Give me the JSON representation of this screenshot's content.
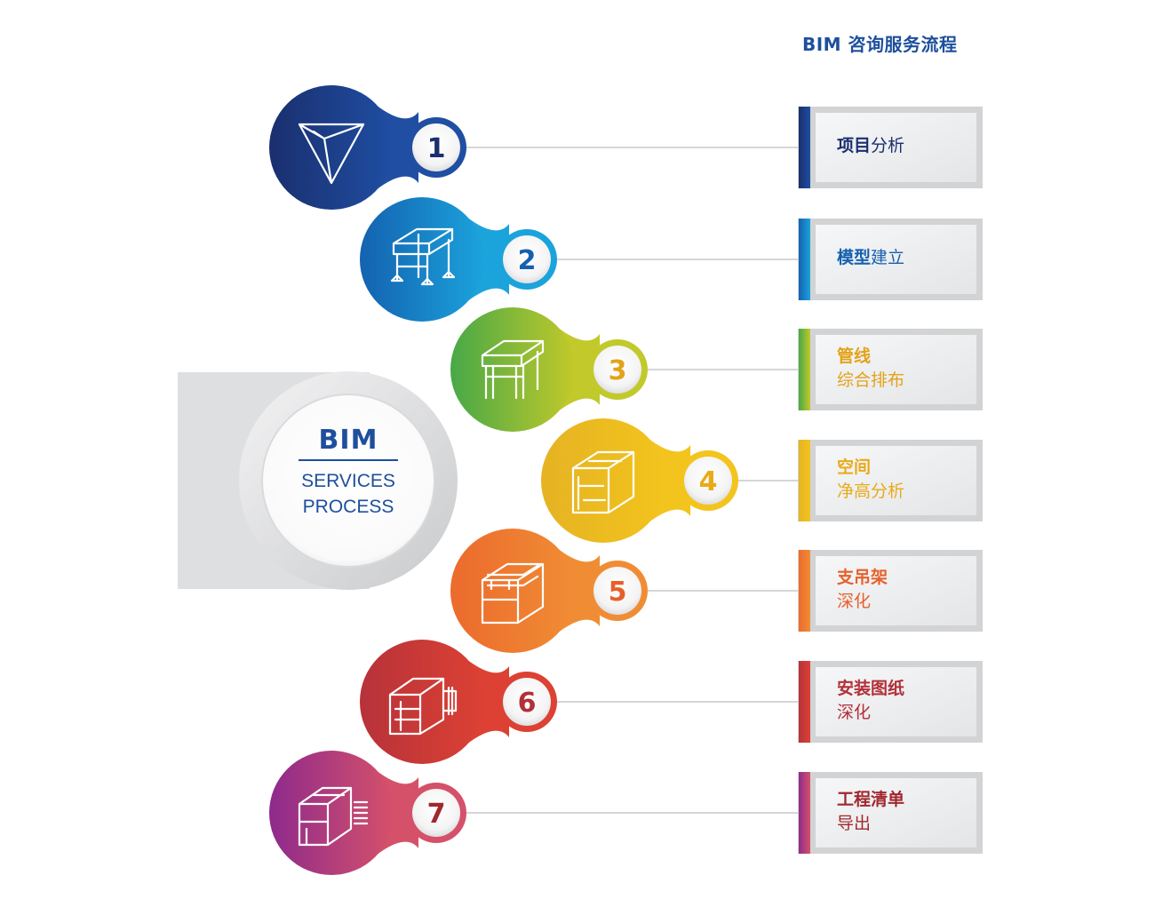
{
  "title": "BIM 咨询服务流程",
  "hub": {
    "title": "BIM",
    "line1": "SERVICES",
    "line2": "PROCESS"
  },
  "colors": {
    "title_blue": "#1d4f9c",
    "card_frame": "#d2d3d5",
    "card_inner": "#f1f2f3",
    "connector": "#c8c9cb"
  },
  "steps": [
    {
      "number": "1",
      "label_bold": "项目",
      "label_rest": "分析",
      "single_line": true,
      "icon": "triangle-prism-icon",
      "color_a": "#1a2f6e",
      "color_b": "#1f4ea3",
      "text_color": "#1a2f6e"
    },
    {
      "number": "2",
      "label_bold": "模型",
      "label_rest": "建立",
      "single_line": true,
      "icon": "frame-structure-icon",
      "color_a": "#1462b0",
      "color_b": "#1ba3dc",
      "text_color": "#1560ae"
    },
    {
      "number": "3",
      "label_bold": "管线",
      "label_rest": "综合排布",
      "single_line": false,
      "icon": "pipe-frame-icon",
      "color_a": "#47a847",
      "color_b": "#c2c92a",
      "text_color": "#e3a218"
    },
    {
      "number": "4",
      "label_bold": "空间",
      "label_rest": "净高分析",
      "single_line": false,
      "icon": "room-box-icon",
      "color_a": "#e5b323",
      "color_b": "#f3c41d",
      "text_color": "#e8ab18"
    },
    {
      "number": "5",
      "label_bold": "支吊架",
      "label_rest": "深化",
      "single_line": false,
      "icon": "hanger-box-icon",
      "color_a": "#ec6a2d",
      "color_b": "#f08d34",
      "text_color": "#e6602a"
    },
    {
      "number": "6",
      "label_bold": "安装图纸",
      "label_rest": "深化",
      "single_line": false,
      "icon": "duct-box-icon",
      "color_a": "#b7323a",
      "color_b": "#dc4133",
      "text_color": "#b23038"
    },
    {
      "number": "7",
      "label_bold": "工程清单",
      "label_rest": "导出",
      "single_line": false,
      "icon": "equipment-box-icon",
      "color_a": "#8e2a8c",
      "color_b": "#d5516a",
      "text_color": "#a0282e"
    }
  ]
}
